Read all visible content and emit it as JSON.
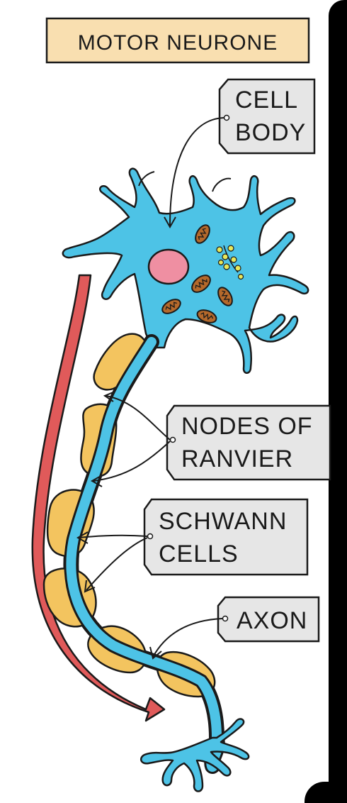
{
  "title": "MOTOR NEURONE",
  "labels": {
    "cell_body": [
      "CELL",
      "BODY"
    ],
    "nodes_of_ranvier": [
      "NODES OF",
      "RANVIER"
    ],
    "schwann_cells": [
      "SCHWANN",
      "CELLS"
    ],
    "axon": [
      "AXON"
    ]
  },
  "colors": {
    "title_fill": "#f9dfb0",
    "label_fill": "#e6e6e6",
    "neuron": "#4dc3e6",
    "schwann": "#f3c45f",
    "nucleus": "#ef8fa2",
    "mitochondria": "#b5692b",
    "arrow": "#e05a5a",
    "outline": "#1a1a1a"
  },
  "icons": {
    "impulse_direction": "red-curved-arrow-icon"
  }
}
